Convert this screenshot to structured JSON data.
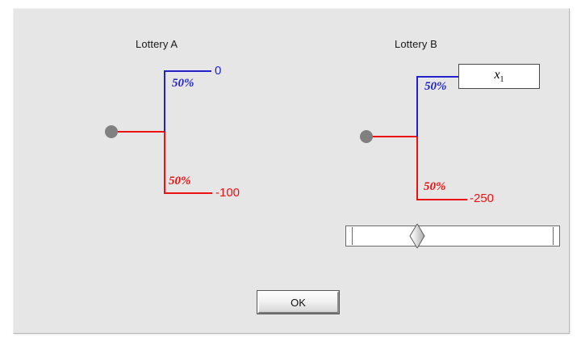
{
  "window": {
    "background_color": "#ffffff",
    "panel_color": "#e6e6e6"
  },
  "colors": {
    "up_branch": "#2222cc",
    "down_branch": "#ee1111",
    "node_dot": "#808080"
  },
  "lotteries": [
    {
      "id": "a",
      "title": "Lottery A",
      "up": {
        "probability": "50%",
        "outcome": "0"
      },
      "down": {
        "probability": "50%",
        "outcome": "-100"
      }
    },
    {
      "id": "b",
      "title": "Lottery B",
      "up": {
        "probability": "50%",
        "outcome_variable": "x",
        "outcome_subscript": "1"
      },
      "down": {
        "probability": "50%",
        "outcome": "-250"
      }
    }
  ],
  "slider": {
    "name": "x1-value-slider",
    "thumb_position_percent": 31
  },
  "buttons": {
    "ok_label": "OK"
  }
}
